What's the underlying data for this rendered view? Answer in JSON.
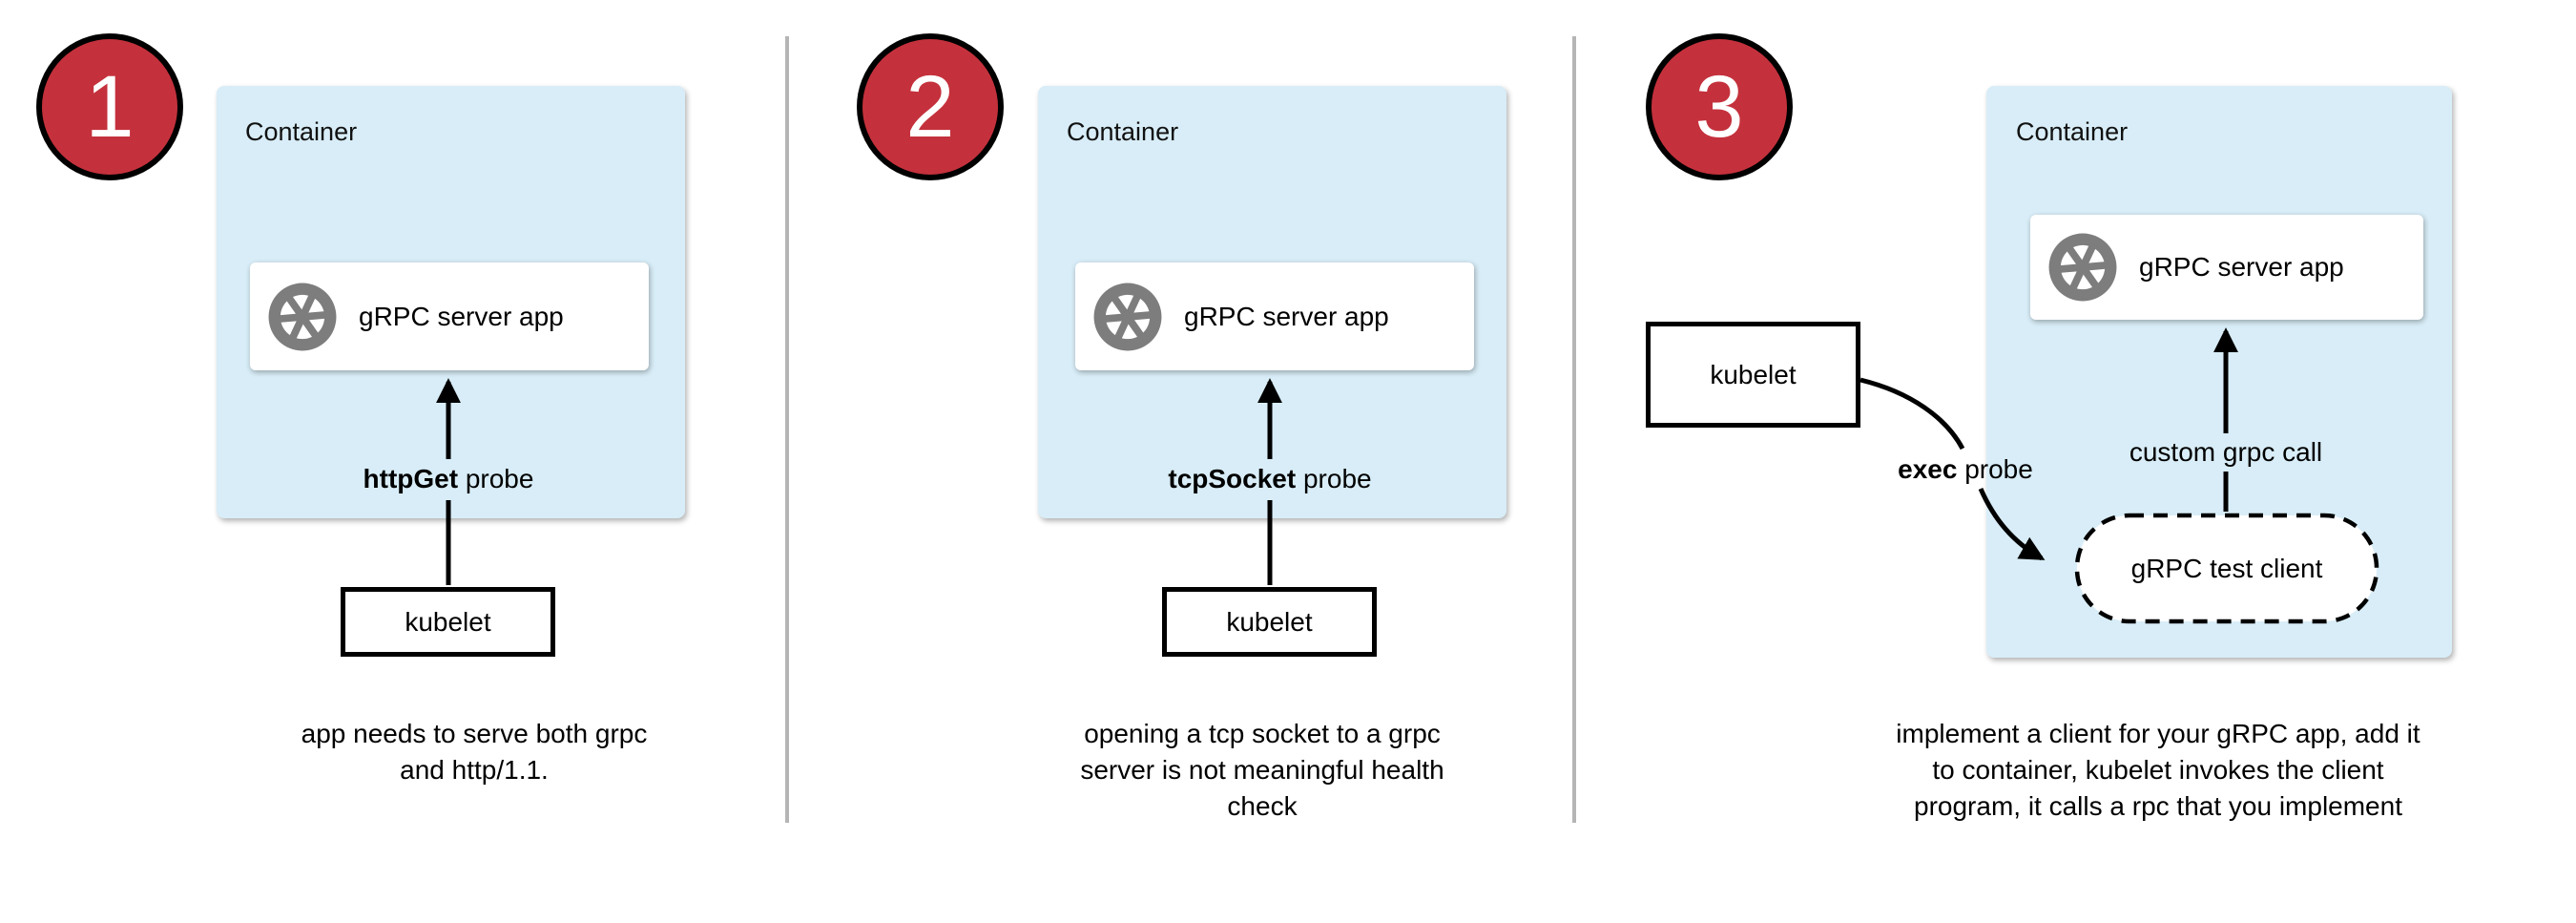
{
  "colors": {
    "container_fill": "#d8edf7",
    "badge_red": "#c4313c",
    "icon_gray": "#7d7d7d",
    "divider_gray": "#b5b5b5",
    "line_black": "#000000"
  },
  "icons": {
    "app_icon": "aperture"
  },
  "panels": [
    {
      "badge": "1",
      "container_label": "Container",
      "app_label": "gRPC server app",
      "probe": {
        "bold": "httpGet",
        "rest": " probe"
      },
      "kubelet_label": "kubelet",
      "caption": "app needs to serve both grpc\nand http/1.1."
    },
    {
      "badge": "2",
      "container_label": "Container",
      "app_label": "gRPC server app",
      "probe": {
        "bold": "tcpSocket",
        "rest": " probe"
      },
      "kubelet_label": "kubelet",
      "caption": "opening a tcp socket to a grpc\nserver is not meaningful health\ncheck"
    },
    {
      "badge": "3",
      "container_label": "Container",
      "app_label": "gRPC server app",
      "probe": {
        "bold": "exec",
        "rest": " probe"
      },
      "kubelet_label": "kubelet",
      "grpc_call_label": "custom grpc call",
      "test_client_label": "gRPC test client",
      "caption": "implement a client for your gRPC app, add it\nto container, kubelet invokes the client\nprogram, it calls a rpc that you implement"
    }
  ]
}
